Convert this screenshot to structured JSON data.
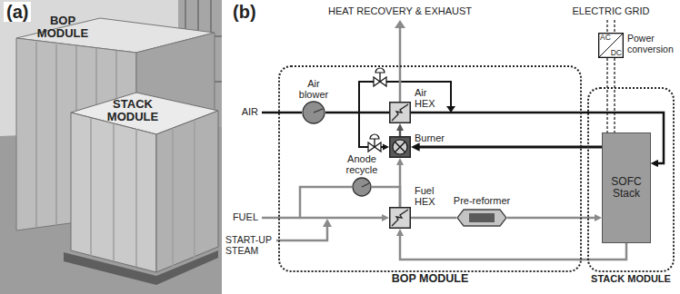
{
  "diagram": {
    "nodes": [
      {
        "text": [
          "BOP MODULE"
        ]
      },
      {
        "text": [
          "Air blower"
        ],
        "in": 0
      },
      {
        "text": [
          "Air HEX"
        ],
        "in": 0
      },
      {
        "text": [
          "Burner"
        ],
        "in": 0
      },
      {
        "text": [
          "Anode recycle"
        ],
        "in": 0
      },
      {
        "text": [
          "Fuel HEX"
        ],
        "in": 0
      },
      {
        "text": [
          "Pre-reformer"
        ],
        "in": 0
      },
      {
        "text": [
          "STACK MODULE"
        ]
      },
      {
        "text": [
          "SOFC Stack"
        ],
        "in": 7
      },
      {
        "text": [
          "AC",
          "DC",
          "Power conversion"
        ]
      }
    ],
    "edges": [
      {
        "from": 1,
        "to": 2,
        "arrow": "none"
      },
      {
        "from": 2,
        "to": 8,
        "arrow": "to"
      },
      {
        "from": 1,
        "to": 8,
        "arrow": "to"
      },
      {
        "from": 1,
        "to": 3,
        "arrow": "to"
      },
      {
        "from": 8,
        "to": 3,
        "arrow": "to"
      },
      {
        "from": 3,
        "to": 2,
        "arrow": "to"
      },
      {
        "from": 5,
        "to": 3,
        "arrow": "to"
      },
      {
        "from": 5,
        "to": 4,
        "arrow": "none"
      },
      {
        "from": 4,
        "to": 5,
        "arrow": "to"
      },
      {
        "from": 5,
        "to": 6,
        "arrow": "none"
      },
      {
        "from": 6,
        "to": 8,
        "arrow": "to"
      },
      {
        "from": 8,
        "to": 5,
        "arrow": "to"
      },
      {
        "from": 9,
        "to": 8,
        "arrow": "none"
      }
    ],
    "labels": [
      "(a)",
      "BOP MODULE",
      "STACK MODULE",
      "(b)",
      "HEAT RECOVERY & EXHAUST",
      "ELECTRIC GRID",
      "AIR",
      "FUEL",
      "START-UP STEAM"
    ]
  }
}
